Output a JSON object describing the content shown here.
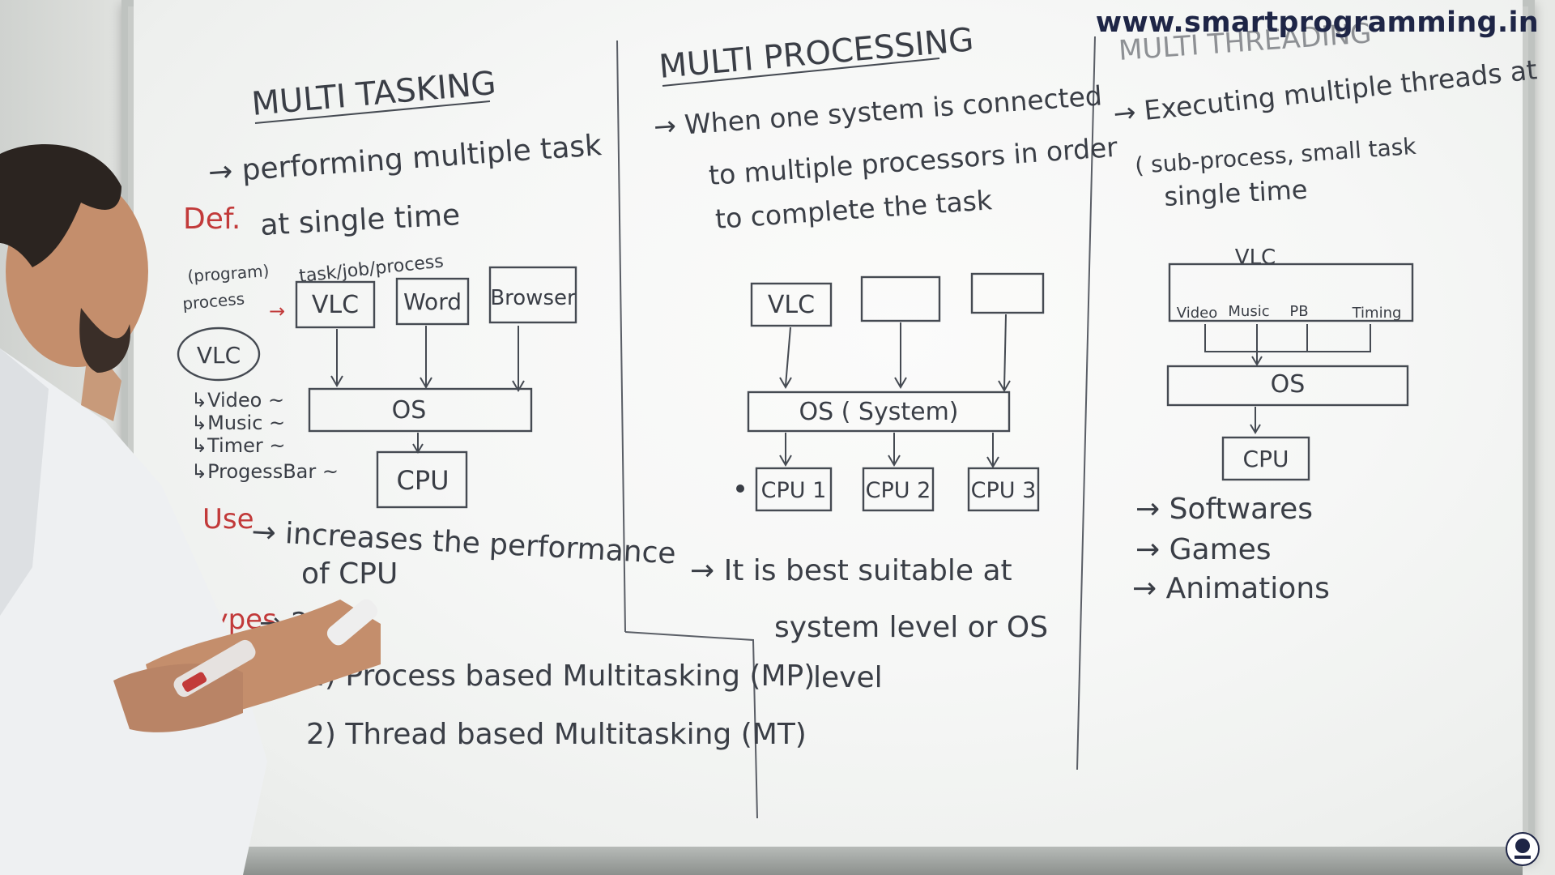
{
  "watermark": {
    "url": "www.smartprogramming.in",
    "logo_icon": "smart-programming-logo-icon"
  },
  "section_multitasking": {
    "title": "MULTI TASKING",
    "definition_label": "Def.",
    "definition_line1": "→ performing multiple task",
    "definition_line2": "at single time",
    "note_task_job_process": "task/job/process",
    "note_program": "(program)",
    "note_process": "process",
    "program_circle_label": "VLC",
    "program_sub_items": [
      "↳Video ~",
      "↳Music ~",
      "↳Timer ~",
      "↳ProgessBar ~"
    ],
    "apps": [
      "VLC",
      "Word",
      "Browser"
    ],
    "os_label": "OS",
    "cpu_label": "CPU",
    "use_label": "Use",
    "use_text_line1": "→ increases the performance",
    "use_text_line2": "of CPU",
    "types_label": "Types",
    "types_text": "→ 2",
    "types_items": [
      "1) Process based Multitasking (MP)",
      "2) Thread based Multitasking (MT)"
    ]
  },
  "section_multiprocessing": {
    "title": "MULTI PROCESSING",
    "definition_lines": [
      "→ When one system is connected",
      "to multiple processors in order",
      "to complete the task"
    ],
    "apps": [
      "VLC",
      "",
      ""
    ],
    "os_label": "OS ( System)",
    "cpus": [
      "CPU 1",
      "CPU 2",
      "CPU 3"
    ],
    "note_lines": [
      "→ It is best suitable at",
      "system level or OS",
      "level"
    ]
  },
  "section_multithreading": {
    "title": "MULTI THREADING",
    "definition_lines": [
      "→ Executing multiple threads at",
      "( sub-process, small task",
      "single time"
    ],
    "app_label": "VLC",
    "threads": [
      "Video",
      "Music",
      "PB",
      "Timing"
    ],
    "os_label": "OS",
    "cpu_label": "CPU",
    "uses": [
      "→ Softwares",
      "→ Games",
      "→ Animations"
    ]
  }
}
